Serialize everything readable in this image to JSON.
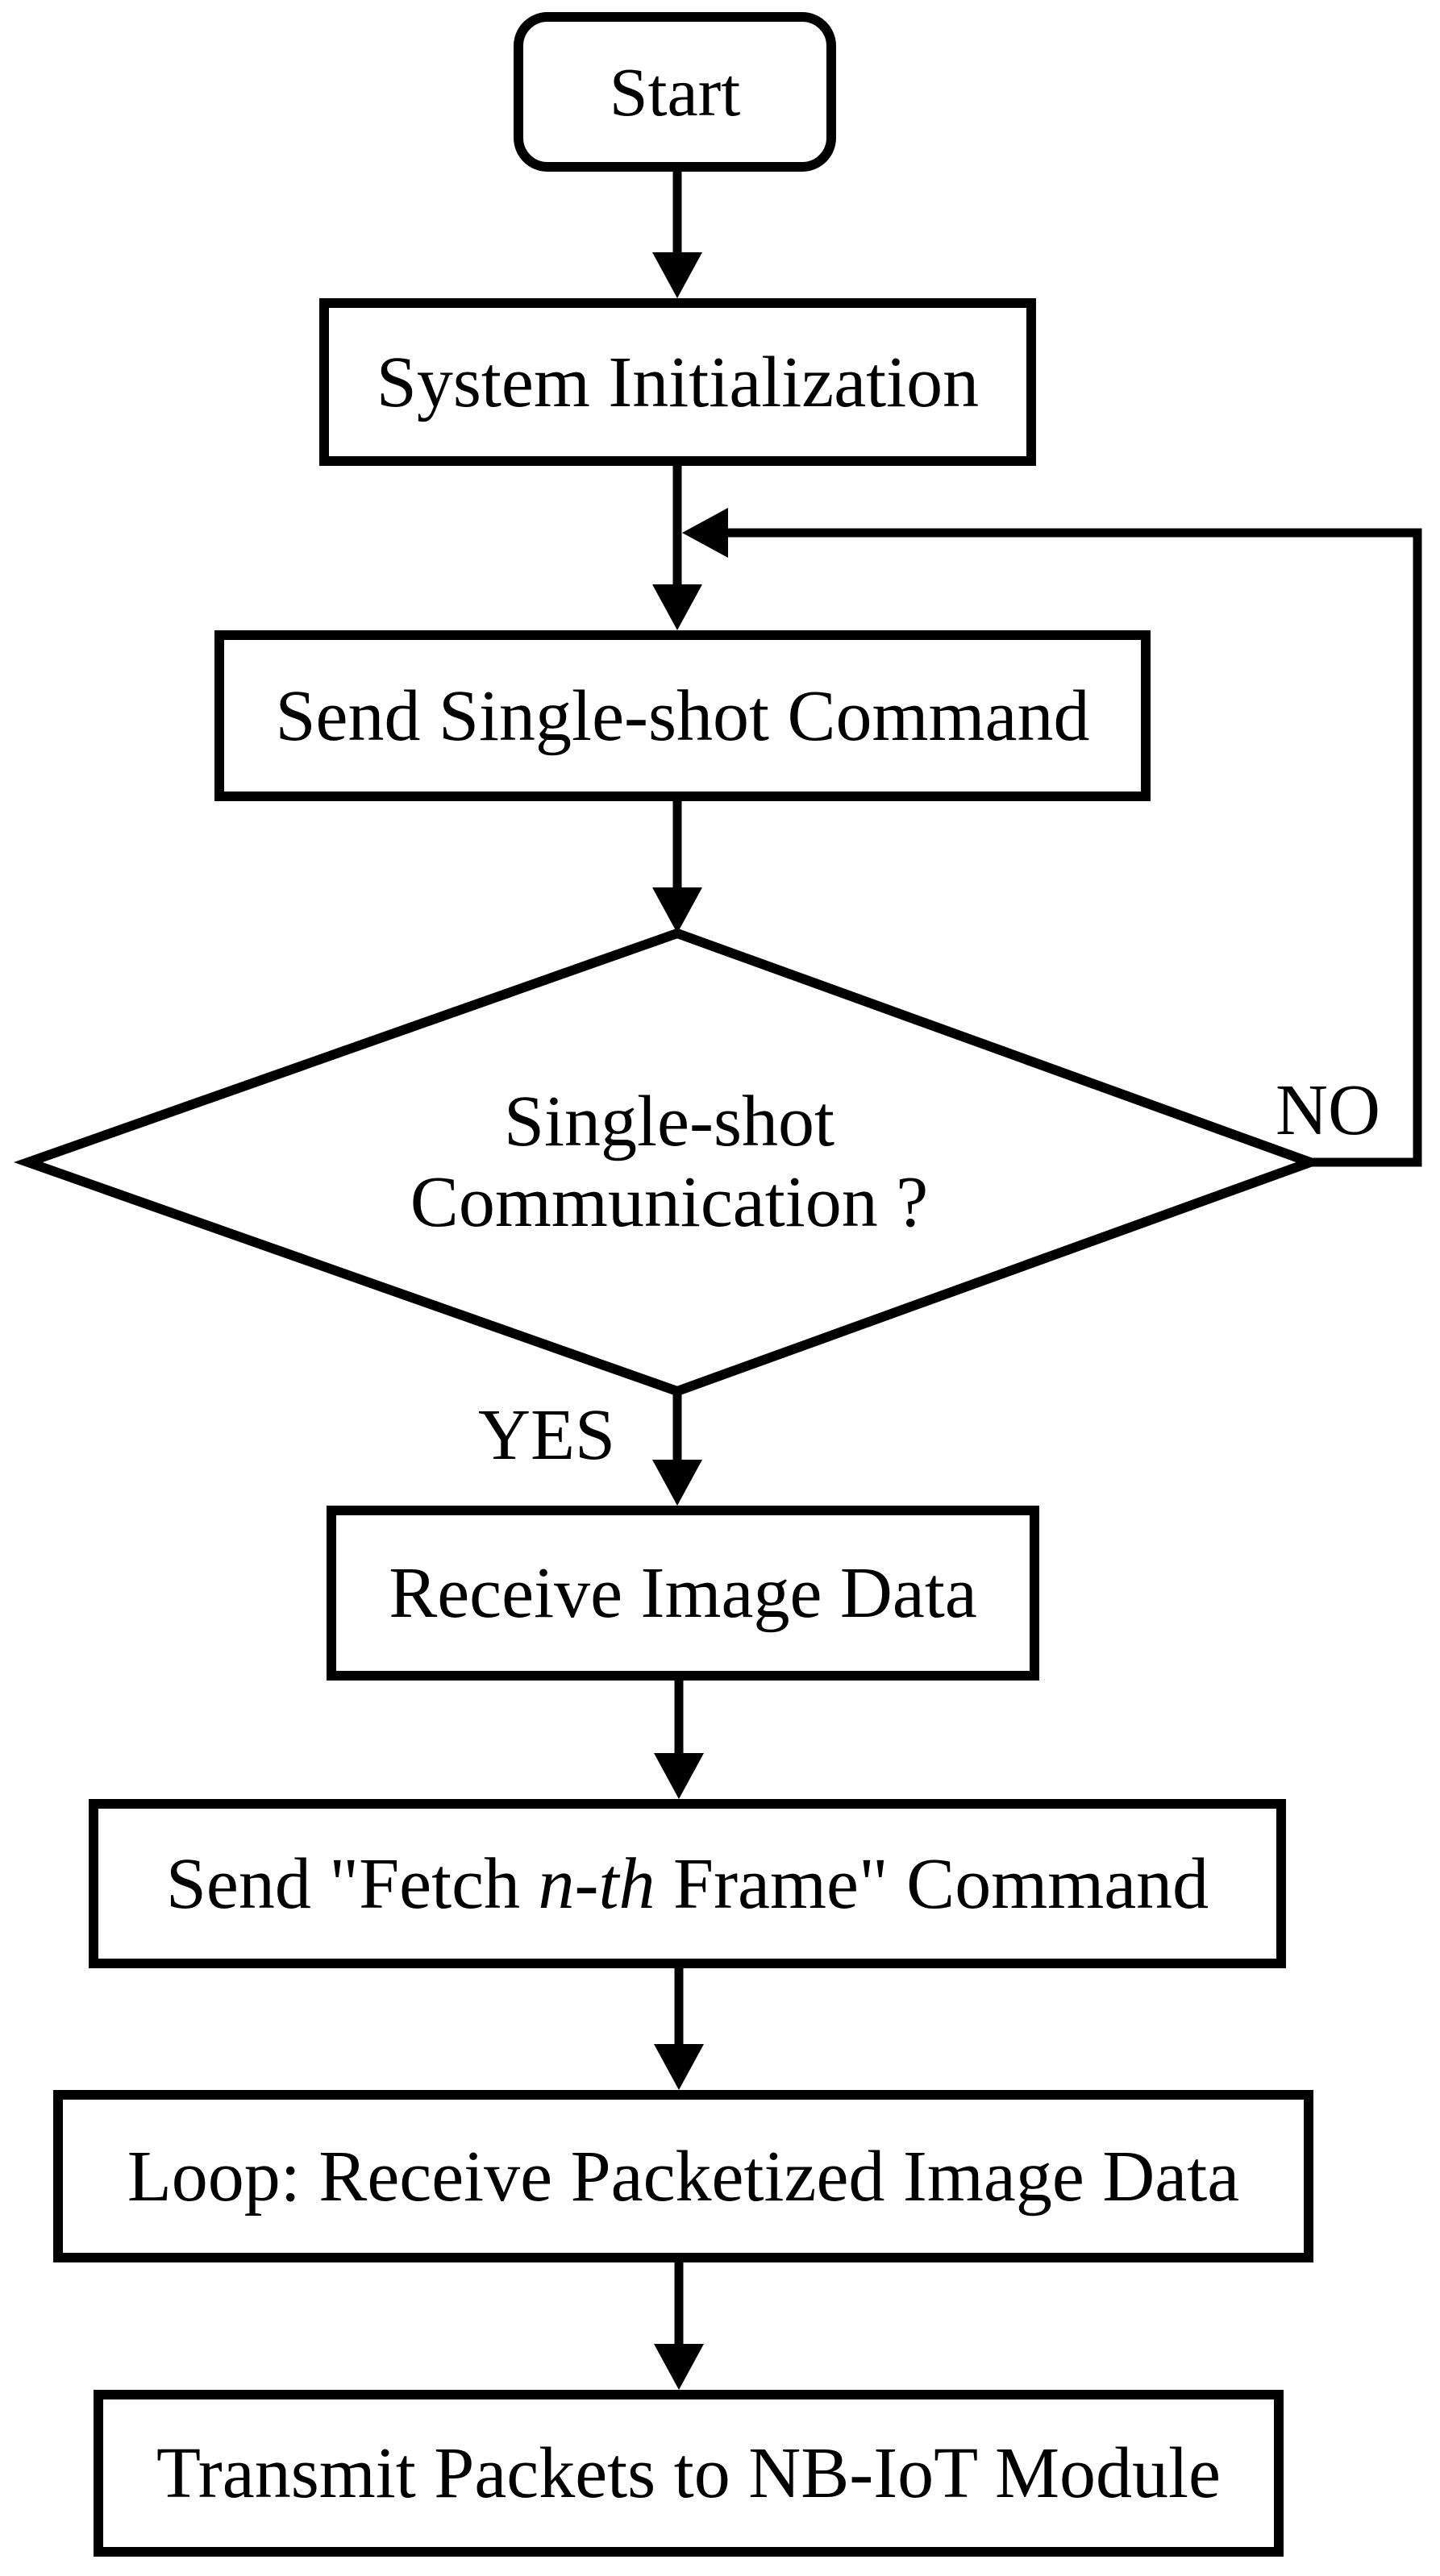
{
  "flowchart": {
    "type": "flowchart",
    "background_color": "#ffffff",
    "stroke_color": "#000000",
    "nodes": {
      "start": {
        "shape": "terminator",
        "label": "Start"
      },
      "system_init": {
        "shape": "process",
        "label": "System Initialization"
      },
      "send_single_shot": {
        "shape": "process",
        "label": "Send Single-shot Command"
      },
      "single_shot_decision": {
        "shape": "decision",
        "label_line1": "Single-shot",
        "label_line2": "Communication ?"
      },
      "receive_image": {
        "shape": "process",
        "label": "Receive Image Data"
      },
      "fetch_frame": {
        "shape": "process",
        "label_prefix": "Send \"Fetch ",
        "label_italic": "n-th",
        "label_suffix": " Frame\" Command"
      },
      "loop_receive": {
        "shape": "process",
        "label": "Loop: Receive Packetized Image Data"
      },
      "transmit": {
        "shape": "process",
        "label": "Transmit Packets to NB-IoT Module"
      }
    },
    "branch_labels": {
      "yes": "YES",
      "no": "NO"
    },
    "edges": [
      "start -> system_init",
      "system_init -> send_single_shot",
      "send_single_shot -> single_shot_decision",
      "single_shot_decision -NO-> send_single_shot (loop back on right side)",
      "single_shot_decision -YES-> receive_image",
      "receive_image -> fetch_frame",
      "fetch_frame -> loop_receive",
      "loop_receive -> transmit"
    ]
  }
}
